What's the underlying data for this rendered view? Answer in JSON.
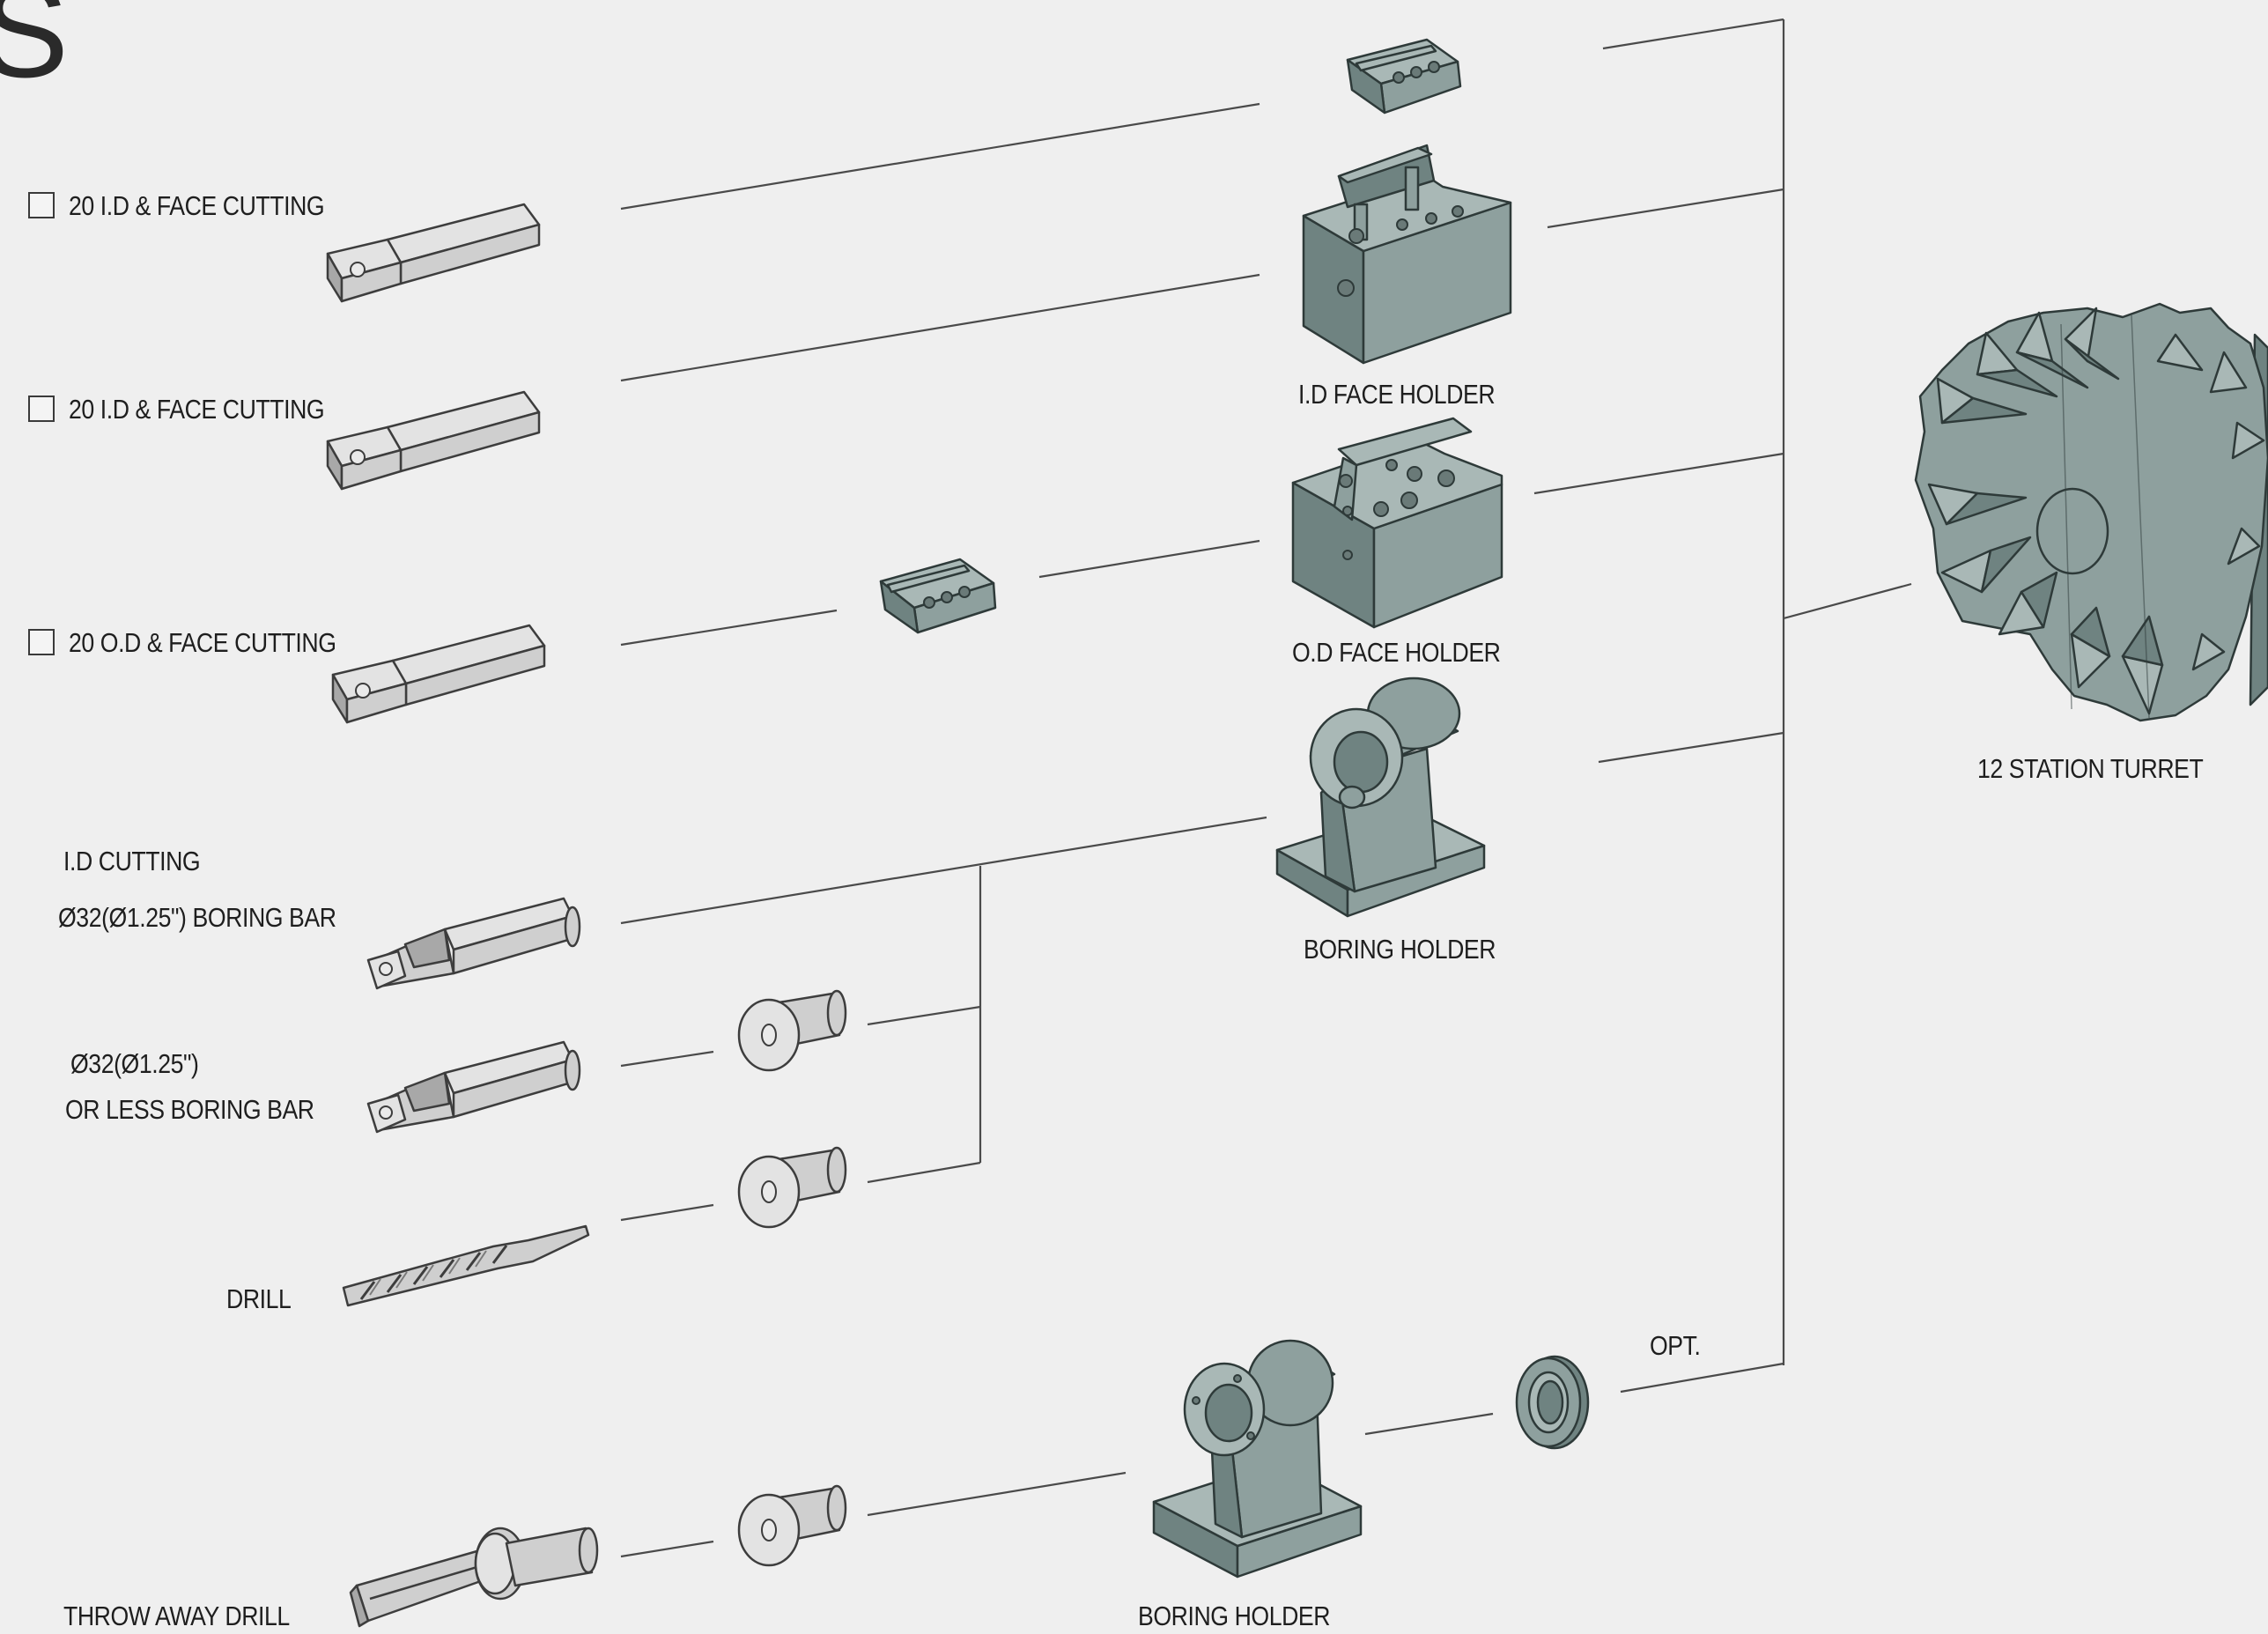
{
  "corner_glyph": "S",
  "tools": {
    "id_face_1": {
      "label": "20 I.D & FACE CUTTING"
    },
    "id_face_2": {
      "label": "20 I.D & FACE CUTTING"
    },
    "od_face": {
      "label": "20 O.D & FACE CUTTING"
    },
    "id_cutting_heading": "I.D CUTTING",
    "boring_bar_32": {
      "label": "Ø32(Ø1.25\") BORING BAR"
    },
    "boring_bar_small": {
      "label_line1": "Ø32(Ø1.25\")",
      "label_line2": "OR LESS BORING BAR"
    },
    "drill": {
      "label": "DRILL"
    },
    "throw_away_drill": {
      "label": "THROW AWAY DRILL"
    }
  },
  "holders": {
    "id_face_holder": "I.D FACE HOLDER",
    "od_face_holder": "O.D FACE HOLDER",
    "boring_holder": "BORING HOLDER",
    "boring_holder_lower": "BORING HOLDER"
  },
  "turret": {
    "label": "12 STATION TURRET"
  },
  "optional_label": "OPT.",
  "colors": {
    "background": "#efefef",
    "holder_steel": "#8ea09e",
    "tool_grey": "#cfcfcf",
    "line": "#4a4a4a",
    "text": "#1e1e1e"
  }
}
